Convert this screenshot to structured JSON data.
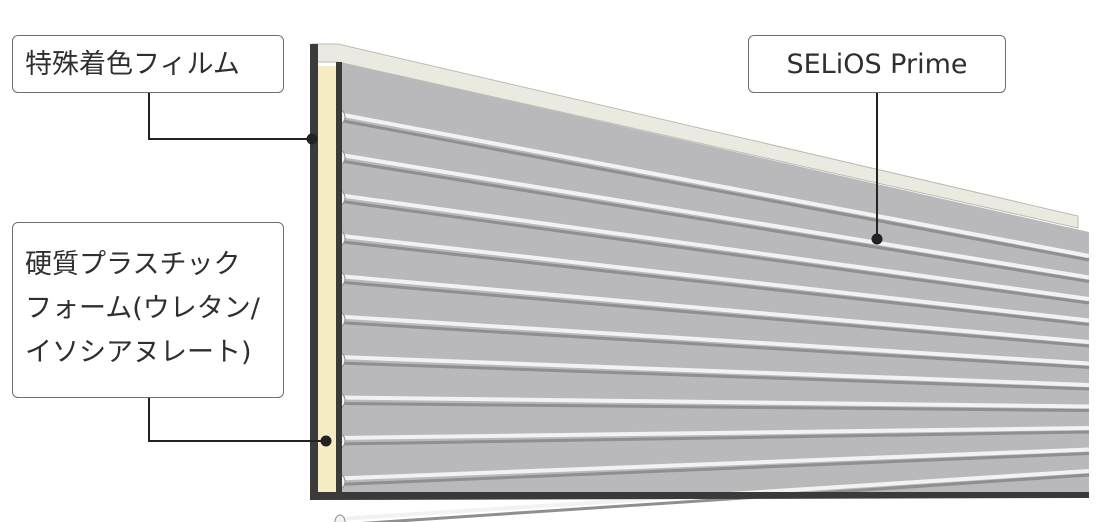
{
  "callouts": {
    "film": {
      "label": "特殊着色フィルム"
    },
    "foam": {
      "lines": [
        "硬質プラスチック",
        "フォーム(ウレタン/",
        "イソシアヌレート)"
      ]
    },
    "product": {
      "label": "SELiOS Prime"
    }
  },
  "panel": {
    "rib_count": 11,
    "colors": {
      "face": "#b9b9bb",
      "rib_highlight": "#f2f2f2",
      "rib_shadow": "#8f8f92",
      "foam_core": "#f6ecc4",
      "top_cap": "#ebeae1",
      "edge_dark": "#3a3a3a",
      "leader_line": "#222222"
    }
  }
}
